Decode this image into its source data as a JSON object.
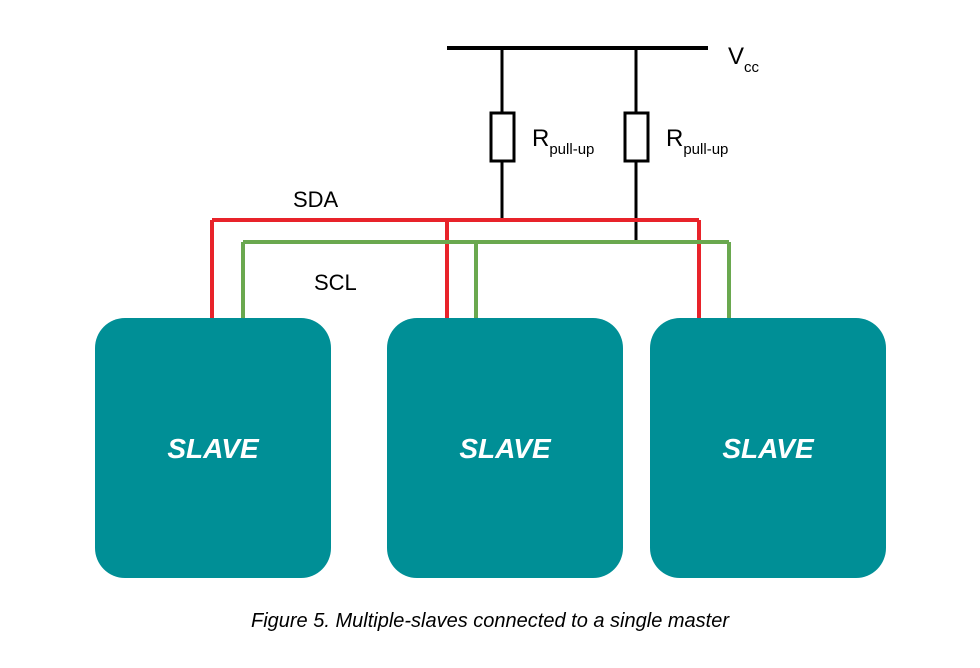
{
  "supply": {
    "label_main": "V",
    "label_sub": "cc"
  },
  "resistors": [
    {
      "label_main": "R",
      "label_sub": "pull-up"
    },
    {
      "label_main": "R",
      "label_sub": "pull-up"
    }
  ],
  "buses": {
    "sda": {
      "label": "SDA",
      "color": "#e8232a"
    },
    "scl": {
      "label": "SCL",
      "color": "#6aa84f"
    }
  },
  "slaves": [
    {
      "label": "SLAVE"
    },
    {
      "label": "SLAVE"
    },
    {
      "label": "SLAVE"
    }
  ],
  "colors": {
    "slave_fill": "#008f96",
    "wire": "#000000"
  },
  "caption": "Figure 5. Multiple-slaves connected to a single master"
}
